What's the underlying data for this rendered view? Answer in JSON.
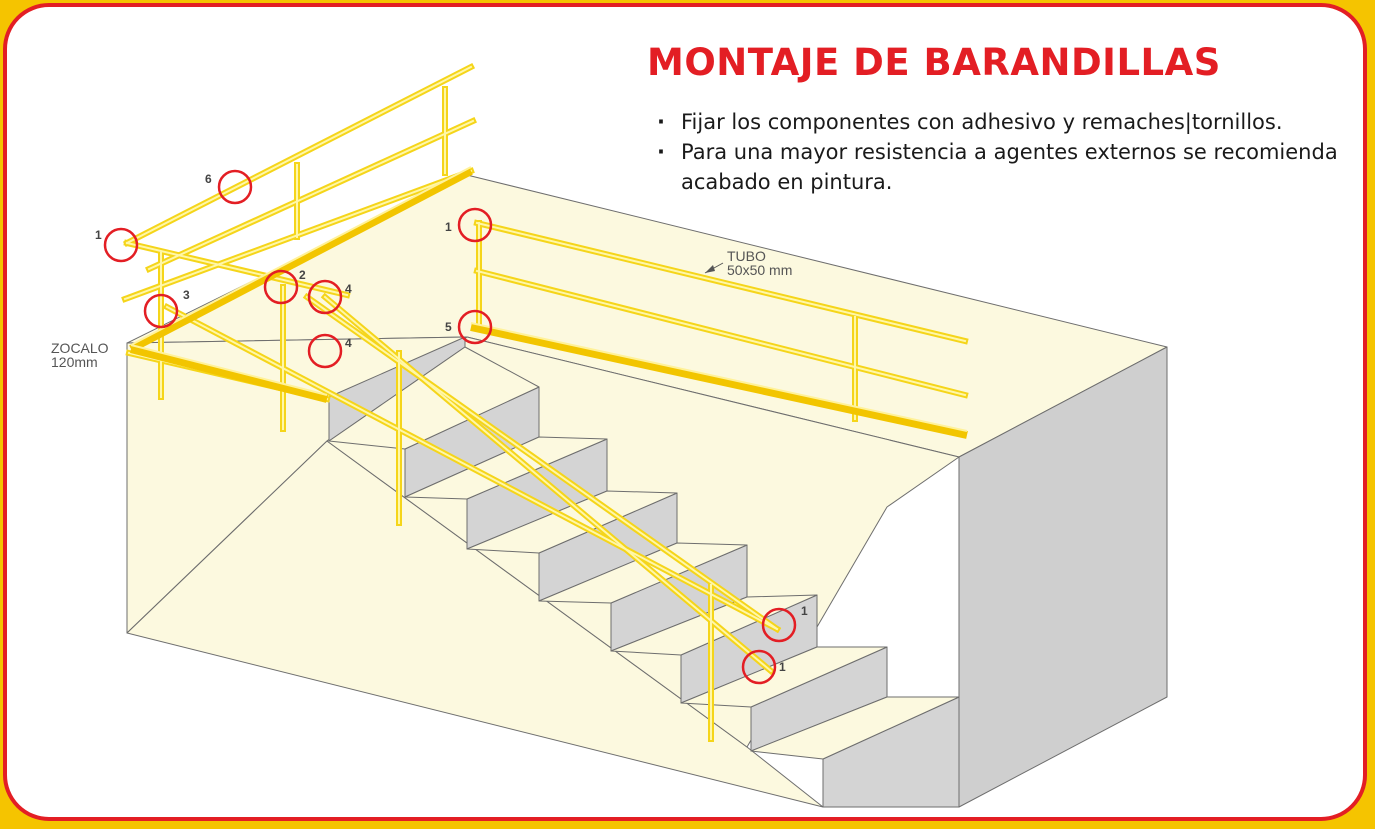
{
  "title": "MONTAJE DE BARANDILLAS",
  "notes": [
    "Fijar los componentes con adhesivo y remaches|tornillos.",
    "Para una mayor resistencia a agentes externos se recomienda acabado en pintura."
  ],
  "labels": {
    "tubo_name": "TUBO",
    "tubo_size": "50x50 mm",
    "zocalo_name": "ZOCALO",
    "zocalo_size": "120mm"
  },
  "callouts": [
    "1",
    "6",
    "2",
    "4",
    "3",
    "4",
    "1",
    "5",
    "1",
    "1"
  ],
  "colors": {
    "frame": "#e31e24",
    "background": "#f5c400",
    "railing": "#f5d51a",
    "wall": "#fdfbe0",
    "step_face": "#d6d6d6"
  }
}
